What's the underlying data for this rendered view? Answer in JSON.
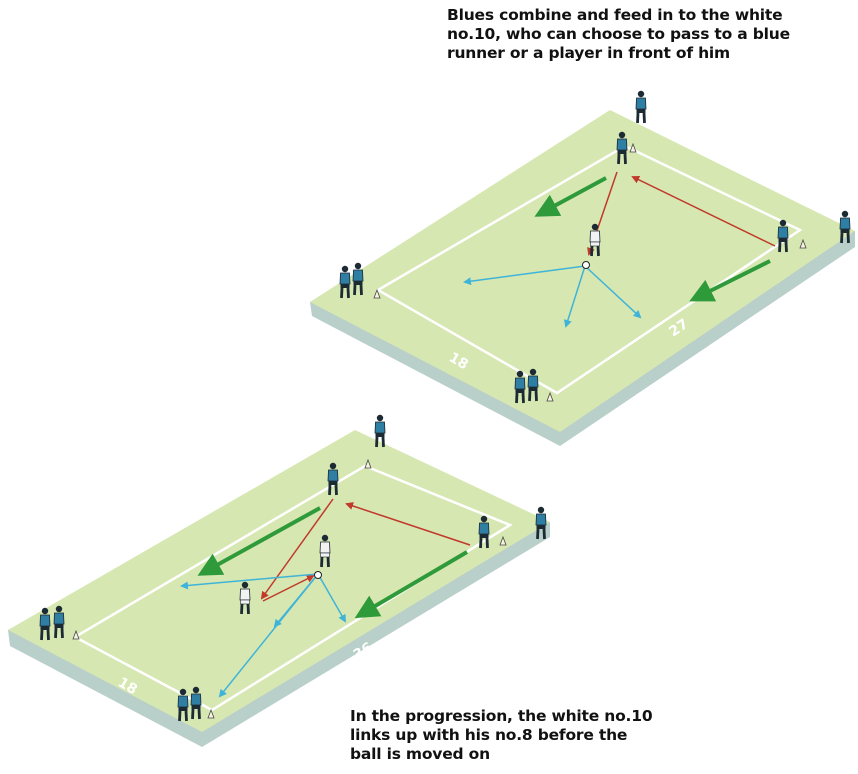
{
  "captions": {
    "top": [
      "Blues combine and feed in to the white",
      "no.10, who can choose to pass to a blue",
      "runner or a player in front of him"
    ],
    "bottom": [
      "In the progression, the white no.10",
      "links up with his no.8 before the",
      "ball is moved on"
    ]
  },
  "pitch_top": {
    "width_label": "18",
    "length_label": "27"
  },
  "pitch_bottom": {
    "width_label": "18",
    "length_label": "36"
  },
  "colors": {
    "pitch": "#d6e7b1",
    "pitch_edge": "#b9cfc9",
    "blue_team": "#2f7ea3",
    "white_team": "#f2f2f2",
    "pass_red": "#c0392b",
    "pass_blue": "#3fb4d8",
    "run_green": "#2f9a3a"
  }
}
